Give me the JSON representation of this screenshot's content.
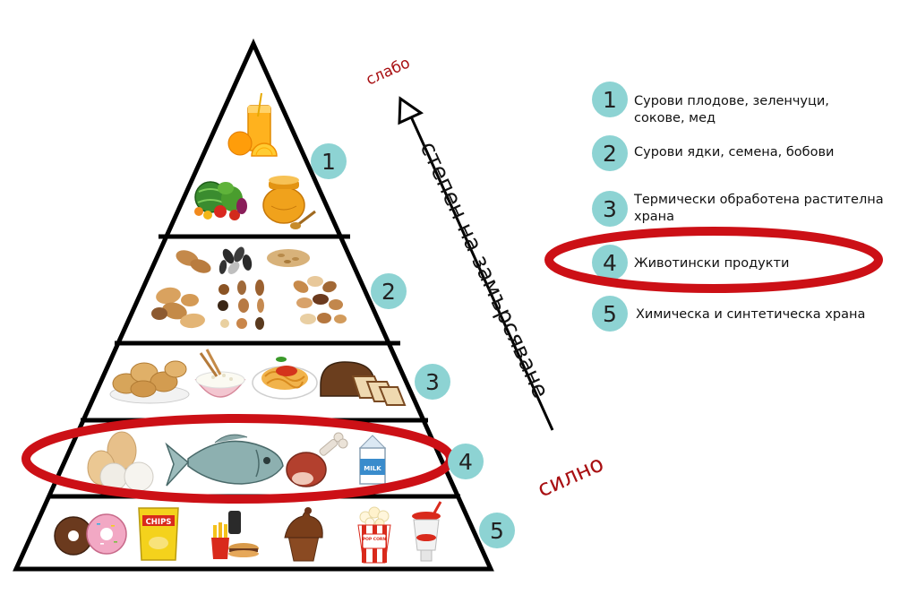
{
  "levels": [
    {
      "number": "1",
      "legend_lines": [
        "Сурови плодове, зеленчуци,",
        "сокове, мед"
      ]
    },
    {
      "number": "2",
      "legend_lines": [
        "Сурови ядки, семена, бобови"
      ]
    },
    {
      "number": "3",
      "legend_lines": [
        "Термически обработена растителна",
        "храна"
      ]
    },
    {
      "number": "4",
      "legend_lines": [
        "Животински продукти"
      ]
    },
    {
      "number": "5",
      "legend_lines": [
        "Химическа и синтетическа храна"
      ]
    }
  ],
  "axis": {
    "label": "степен на замърсяване",
    "weak_label": "слабо",
    "strong_label": "силно"
  },
  "food_items": {
    "tier1": [
      "orange-juice",
      "watermelon-vegetables",
      "honey-pot"
    ],
    "tier2": [
      "peanuts",
      "seeds",
      "grains",
      "mixed-nuts",
      "hazelnuts",
      "almonds"
    ],
    "tier3": [
      "potatoes",
      "rice-bowl",
      "spaghetti",
      "bread"
    ],
    "tier4": [
      "eggs",
      "fish",
      "ham-leg",
      "milk-carton"
    ],
    "tier5": [
      "donuts",
      "chips",
      "fries-burger",
      "cupcake",
      "popcorn",
      "soda"
    ]
  },
  "product_labels": {
    "chips": "CHIPS",
    "milk": "MILK",
    "popcorn": "POP CORN"
  },
  "colors": {
    "highlight_ring": "#cc1016",
    "number_circle": "#8dd3d3",
    "red_text": "#a80f12"
  }
}
